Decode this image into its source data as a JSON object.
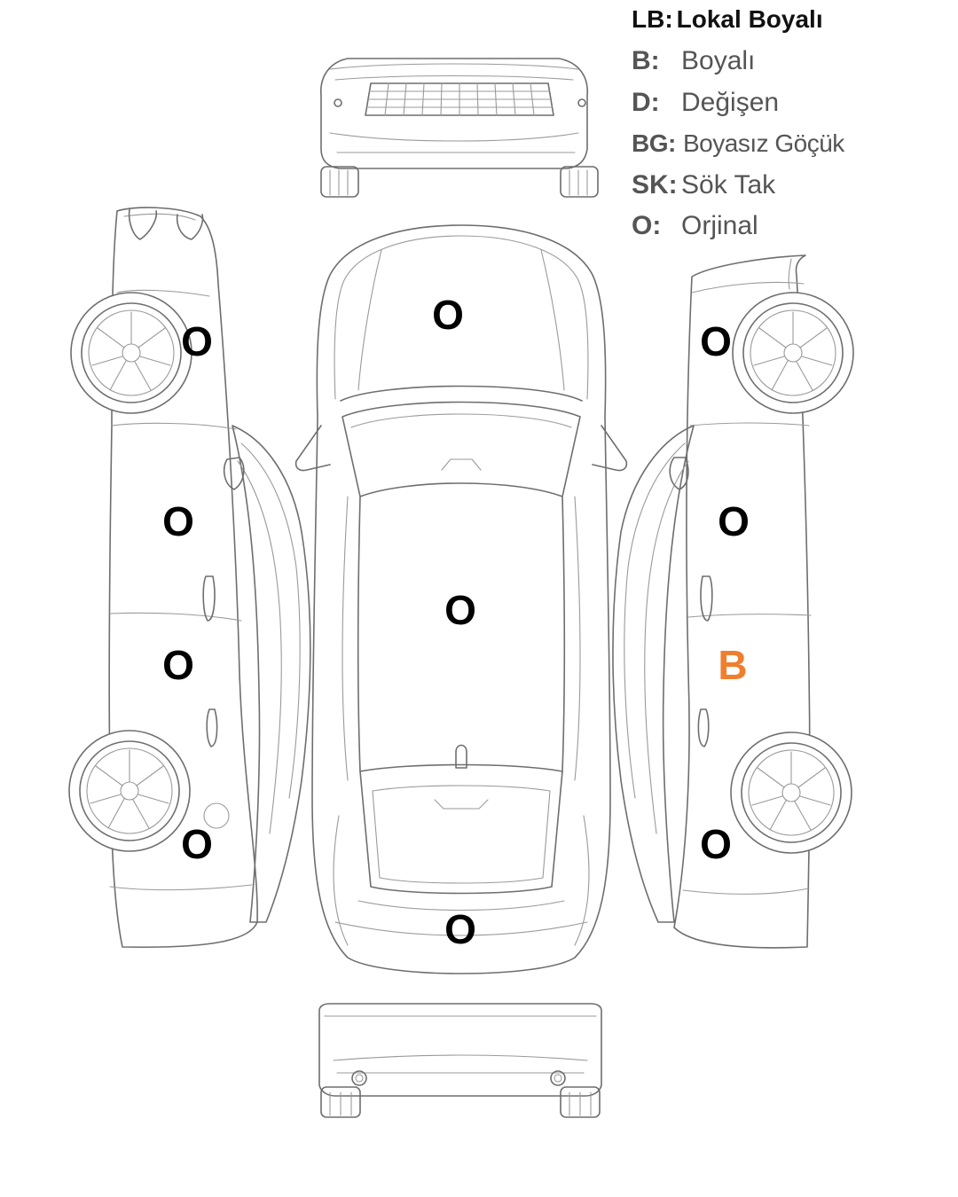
{
  "legend": [
    {
      "code": "LB:",
      "label": "Lokal Boyalı"
    },
    {
      "code": "B:",
      "label": "Boyalı"
    },
    {
      "code": "D:",
      "label": "Değişen"
    },
    {
      "code": "BG:",
      "label": "Boyasız Göçük"
    },
    {
      "code": "SK:",
      "label": "Sök Tak"
    },
    {
      "code": "O:",
      "label": "Orjinal"
    }
  ],
  "parts": {
    "hood": {
      "status": "O"
    },
    "left_front_fender": {
      "status": "O"
    },
    "right_front_fender": {
      "status": "O"
    },
    "left_front_door": {
      "status": "O"
    },
    "right_front_door": {
      "status": "O"
    },
    "roof": {
      "status": "O"
    },
    "left_rear_door": {
      "status": "O"
    },
    "right_rear_door": {
      "status": "B"
    },
    "left_rear_fender": {
      "status": "O"
    },
    "right_rear_fender": {
      "status": "O"
    },
    "trunk": {
      "status": "O"
    }
  },
  "colors": {
    "original": "#000000",
    "painted": "#f07f2d",
    "line": "#6e6e6e"
  }
}
